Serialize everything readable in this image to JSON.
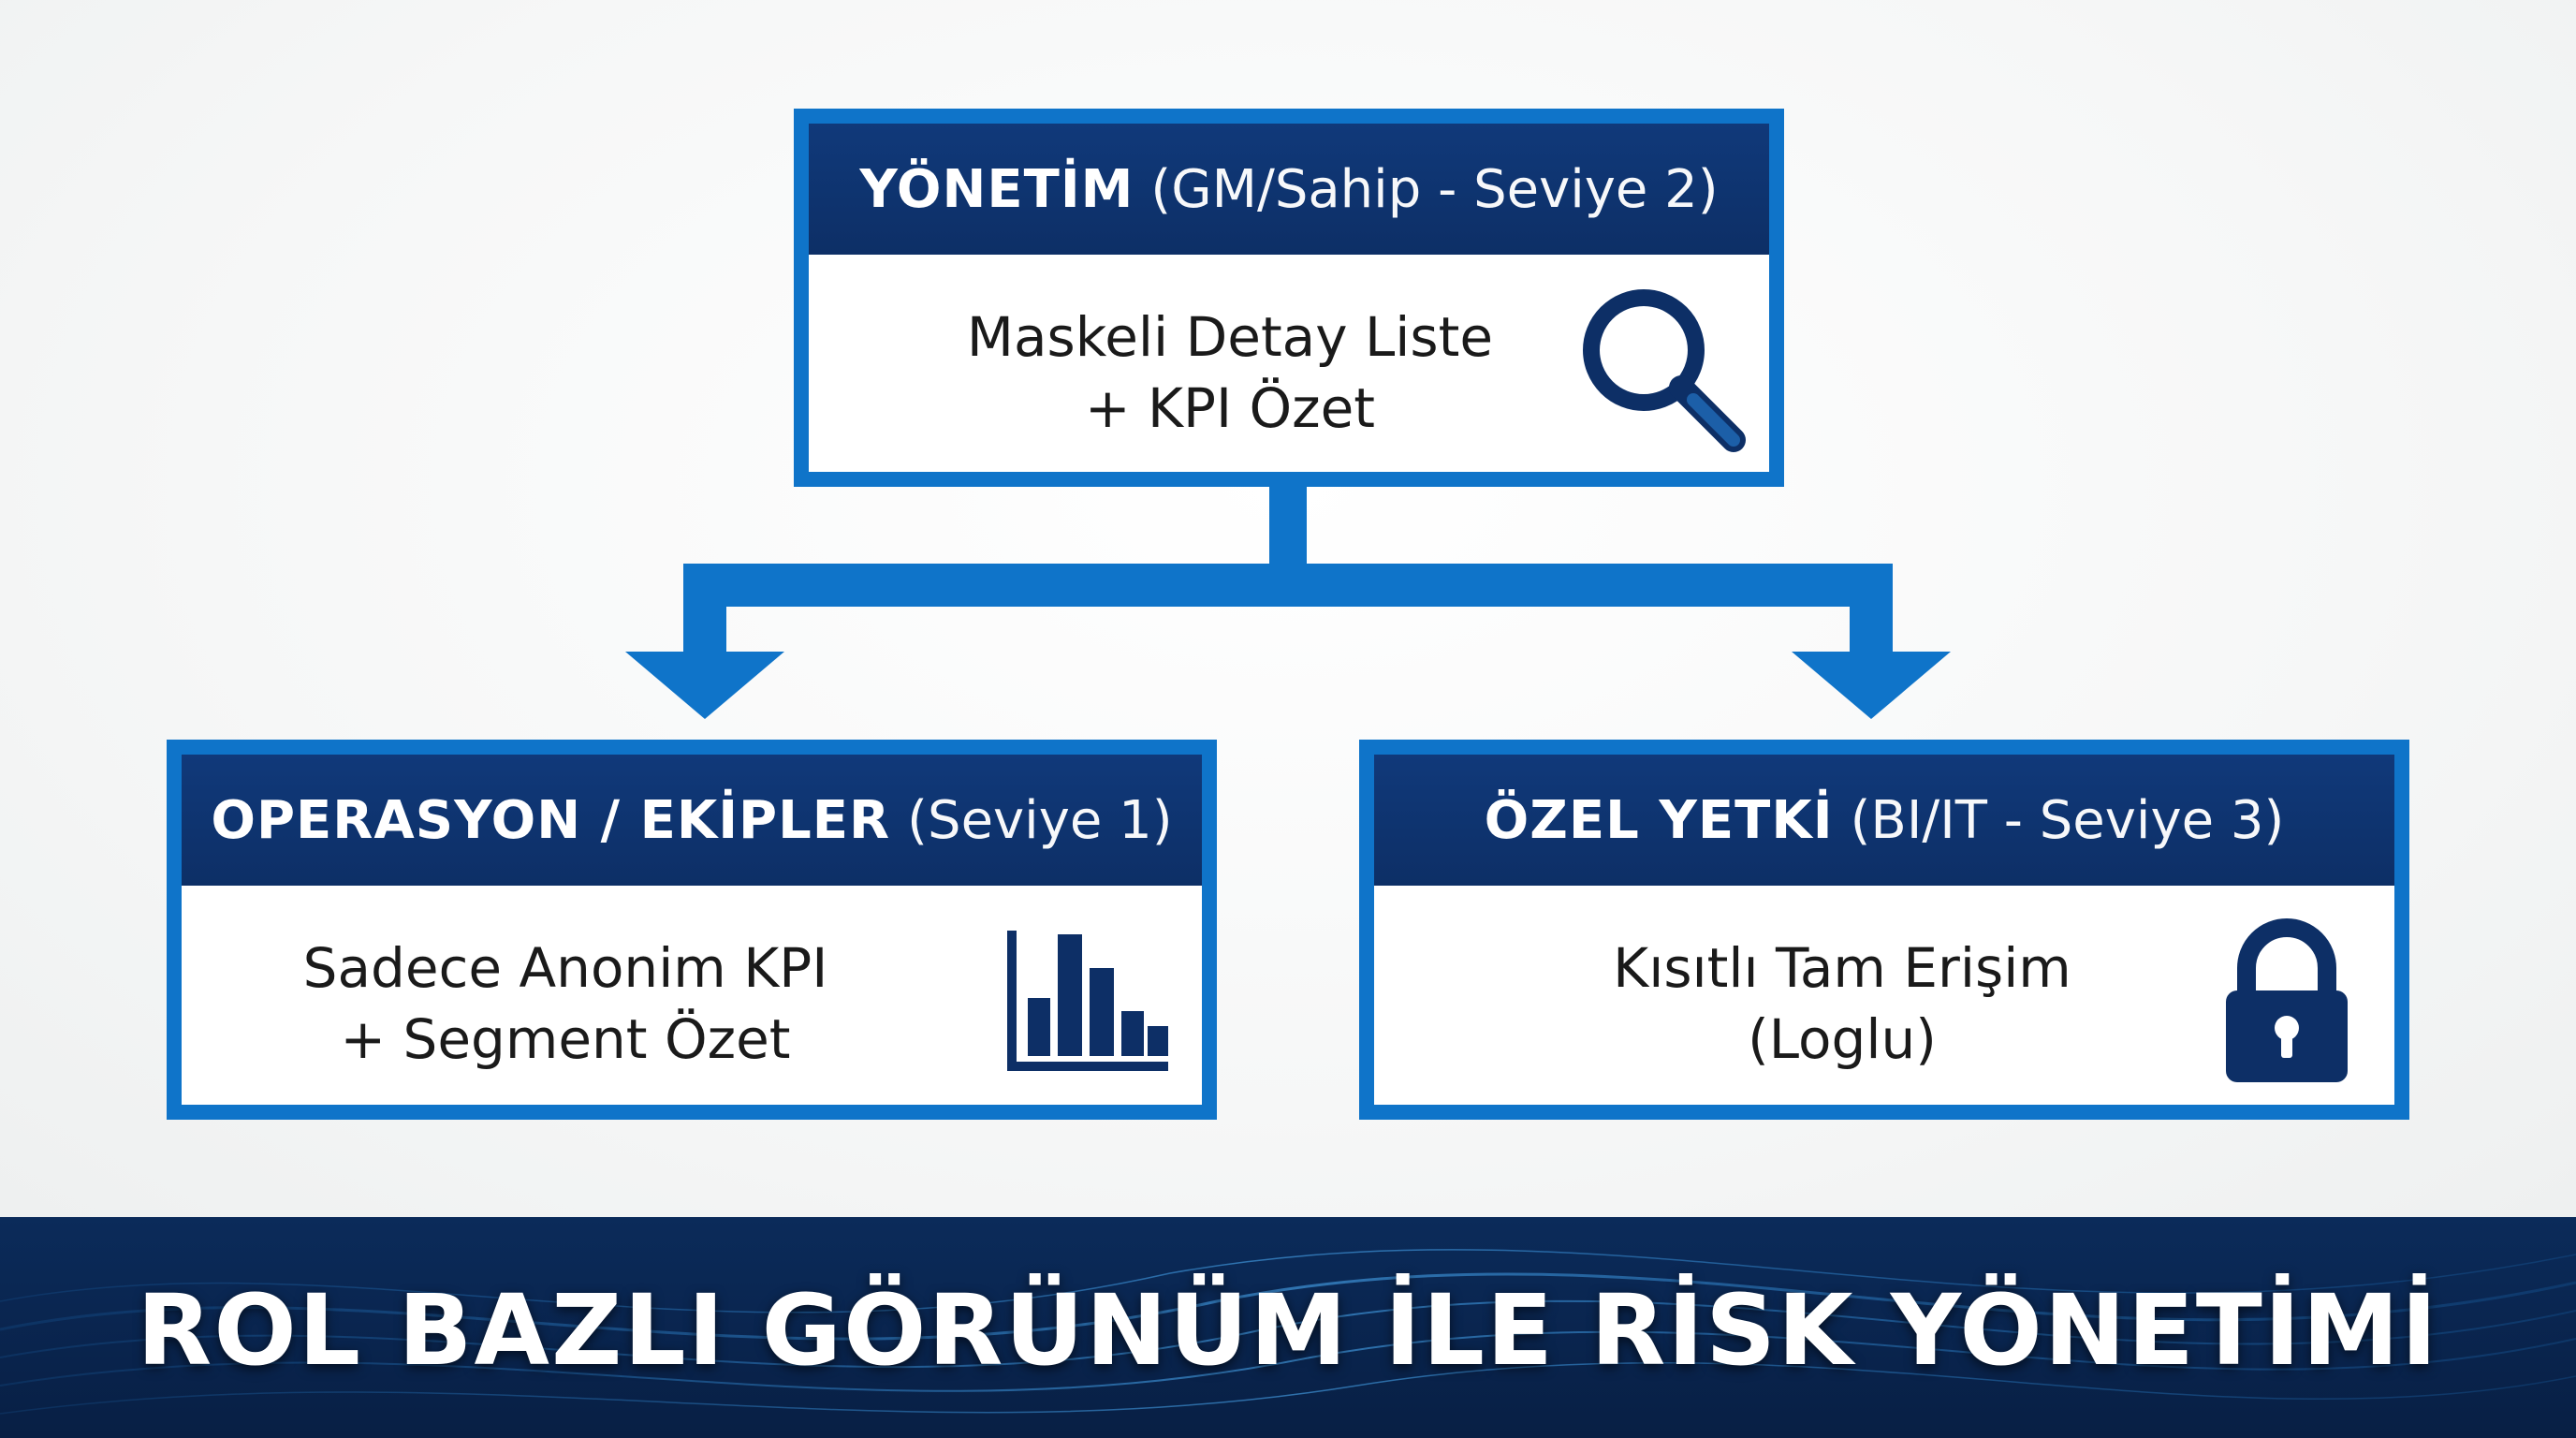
{
  "colors": {
    "border": "#0f74c9",
    "header": "#0d2f66",
    "connector": "#0f74c9",
    "footer": "#081f44"
  },
  "nodes": {
    "top": {
      "title": "YÖNETİM",
      "subtitle": "(GM/Sahip - Seviye 2)",
      "line1": "Maskeli Detay Liste",
      "line2": "+ KPI Özet",
      "icon": "search-icon"
    },
    "left": {
      "title": "OPERASYON / EKİPLER",
      "subtitle": "(Seviye 1)",
      "line1": "Sadece Anonim KPI",
      "line2": "+ Segment Özet",
      "icon": "bar-chart-icon"
    },
    "right": {
      "title": "ÖZEL YETKİ",
      "subtitle": "(BI/IT - Seviye 3)",
      "line1": "Kısıtlı Tam Erişim",
      "line2": "(Loglu)",
      "icon": "lock-icon"
    }
  },
  "footer": {
    "title": "ROL BAZLI GÖRÜNÜM İLE RİSK YÖNETİMİ"
  }
}
